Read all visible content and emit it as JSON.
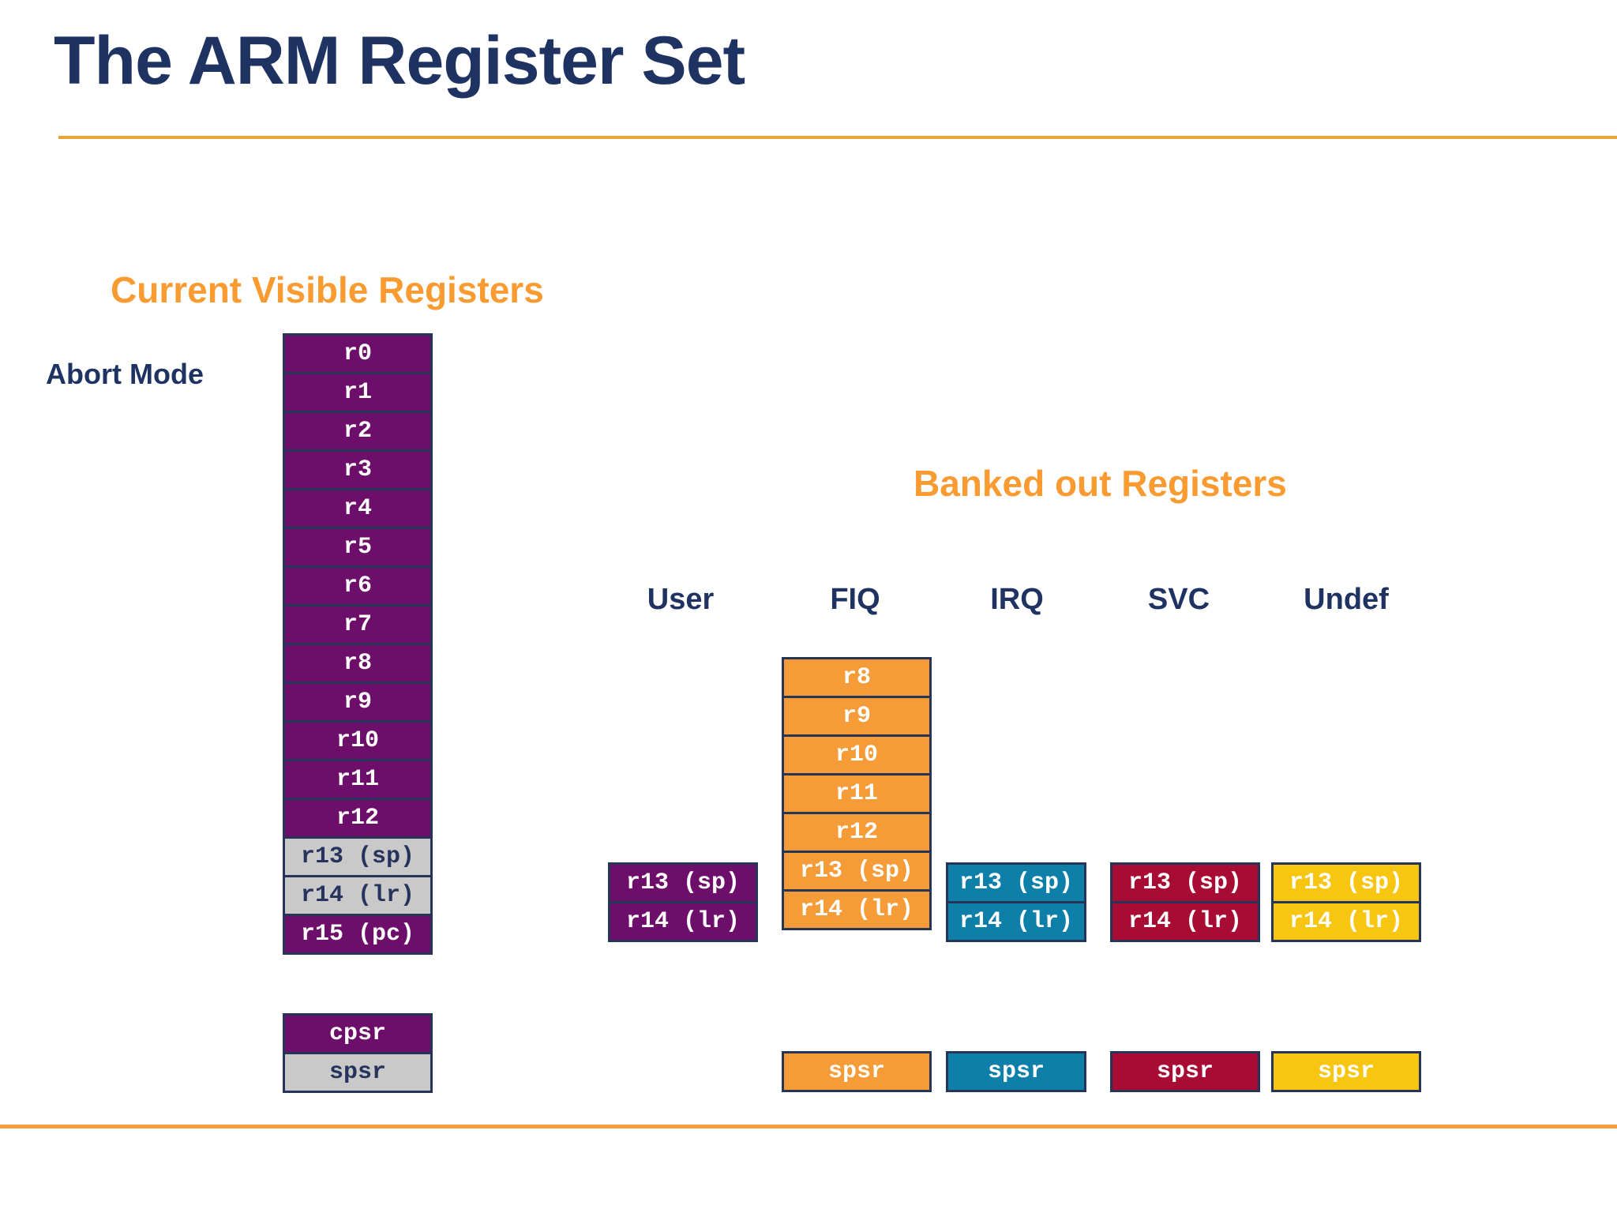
{
  "slide": {
    "title": "The ARM Register Set",
    "accent_orange": "#F99B31",
    "accent_navy": "#1F3362",
    "rule_color": "#E8A33D"
  },
  "headings": {
    "current_visible": "Current Visible Registers",
    "banked_out": "Banked out Registers"
  },
  "current_mode": {
    "label": "Abort Mode",
    "fill": "#6E0E6B",
    "registers": [
      {
        "name": "r0",
        "style": "purple"
      },
      {
        "name": "r1",
        "style": "purple"
      },
      {
        "name": "r2",
        "style": "purple"
      },
      {
        "name": "r3",
        "style": "purple"
      },
      {
        "name": "r4",
        "style": "purple"
      },
      {
        "name": "r5",
        "style": "purple"
      },
      {
        "name": "r6",
        "style": "purple"
      },
      {
        "name": "r7",
        "style": "purple"
      },
      {
        "name": "r8",
        "style": "purple"
      },
      {
        "name": "r9",
        "style": "purple"
      },
      {
        "name": "r10",
        "style": "purple"
      },
      {
        "name": "r11",
        "style": "purple"
      },
      {
        "name": "r12",
        "style": "purple"
      },
      {
        "name": "r13 (sp)",
        "style": "grey"
      },
      {
        "name": "r14 (lr)",
        "style": "grey"
      },
      {
        "name": "r15 (pc)",
        "style": "purple"
      }
    ],
    "status_registers": [
      {
        "name": "cpsr",
        "style": "purple"
      },
      {
        "name": "spsr",
        "style": "grey"
      }
    ]
  },
  "banked_columns": [
    {
      "header": "User",
      "fill": "#6E0E6B",
      "style": "purple",
      "registers": [
        "r13 (sp)",
        "r14 (lr)"
      ],
      "spsr": null
    },
    {
      "header": "FIQ",
      "fill": "#F59B37",
      "style": "orange",
      "registers": [
        "r8",
        "r9",
        "r10",
        "r11",
        "r12",
        "r13 (sp)",
        "r14 (lr)"
      ],
      "spsr": "spsr"
    },
    {
      "header": "IRQ",
      "fill": "#0E7FA8",
      "style": "teal",
      "registers": [
        "r13 (sp)",
        "r14 (lr)"
      ],
      "spsr": "spsr"
    },
    {
      "header": "SVC",
      "fill": "#A80B33",
      "style": "crimson",
      "registers": [
        "r13 (sp)",
        "r14 (lr)"
      ],
      "spsr": "spsr"
    },
    {
      "header": "Undef",
      "fill": "#F8C511",
      "style": "yellow",
      "registers": [
        "r13 (sp)",
        "r14 (lr)"
      ],
      "spsr": "spsr"
    }
  ]
}
